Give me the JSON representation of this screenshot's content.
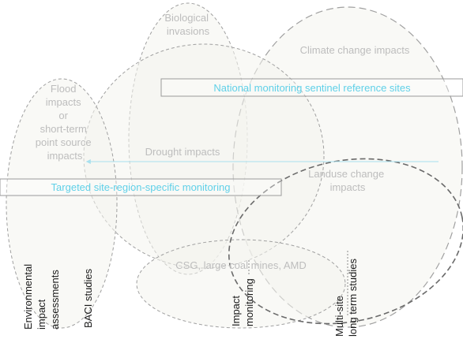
{
  "diagram": {
    "impacts": {
      "biological_invasions": [
        "Biological",
        "invasions"
      ],
      "climate_change": "Climate change impacts",
      "flood": [
        "Flood",
        "impacts",
        "or",
        "short-term",
        "point source",
        "impacts"
      ],
      "drought": "Drought impacts",
      "landuse_change": [
        "Landuse change",
        "impacts"
      ],
      "csg": "CSG, large coal mines, AMD"
    },
    "programs": {
      "national": "National monitoring sentinel reference sites",
      "targeted": "Targeted site-region-specific monitoring"
    },
    "study_types": {
      "environmental": [
        "Environmental",
        "impact",
        "assessments"
      ],
      "baci": "BACI studies",
      "impact_monitoring": [
        "Impact",
        "monitoring"
      ],
      "multi_site": [
        "Multi-site",
        "long term studies"
      ]
    },
    "colors": {
      "impact_text": "#bdbdbd",
      "program_text": "#5fd0e8",
      "study_text": "#1a1a1a",
      "ellipse_fill": "#f4f4ef",
      "ellipse_stroke": "#a0a0a0",
      "landuse_stroke": "#6a6a6a"
    }
  }
}
